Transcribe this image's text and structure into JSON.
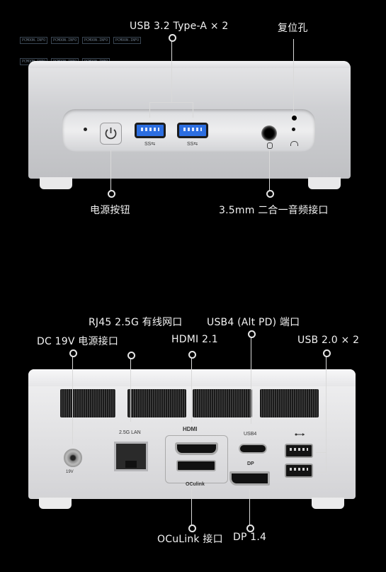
{
  "top_labels": {
    "usb32": "USB 3.2 Type-A × 2",
    "reset": "复位孔",
    "power": "电源按钮",
    "audio": "3.5mm 二合一音频接口"
  },
  "rear_labels": {
    "rj45": "RJ45 2.5G 有线网口",
    "usb4": "USB4 (Alt PD) 端口",
    "dc": "DC 19V 电源接口",
    "hdmi": "HDMI 2.1",
    "usb20": "USB 2.0 × 2",
    "oculink": "OCuLink 接口",
    "dp": "DP 1.4"
  },
  "device_print": {
    "lan": "2.5G LAN",
    "hdmi_logo": "HDMI",
    "usb4": "USB4",
    "dp": "DP",
    "oculink": "OCulink",
    "volt": "19V",
    "ss": "SS⇆"
  },
  "watermark": {
    "text": "PCMOON.INFO"
  }
}
